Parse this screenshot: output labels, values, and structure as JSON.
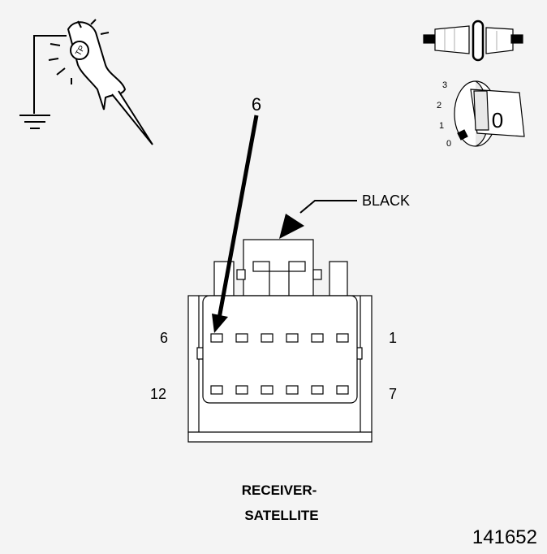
{
  "callout": {
    "pin_number": "6"
  },
  "wire_color": "BLACK",
  "pin_labels": {
    "top_left": "6",
    "top_right": "1",
    "bottom_left": "12",
    "bottom_right": "7"
  },
  "component_name": {
    "line1": "RECEIVER-",
    "line2": "SATELLITE"
  },
  "figure_id": "141652",
  "ignition_switch": {
    "positions": [
      "3",
      "2",
      "1",
      "0"
    ],
    "key_label": "0"
  },
  "icons": {
    "test_probe": "test-lamp-probe-icon",
    "ground": "ground-symbol-icon",
    "connector_disconnected": "disconnected-connector-icon",
    "ignition": "ignition-key-icon"
  },
  "colors": {
    "background": "#f4f4f4",
    "line": "#000000",
    "fill": "#ffffff"
  }
}
